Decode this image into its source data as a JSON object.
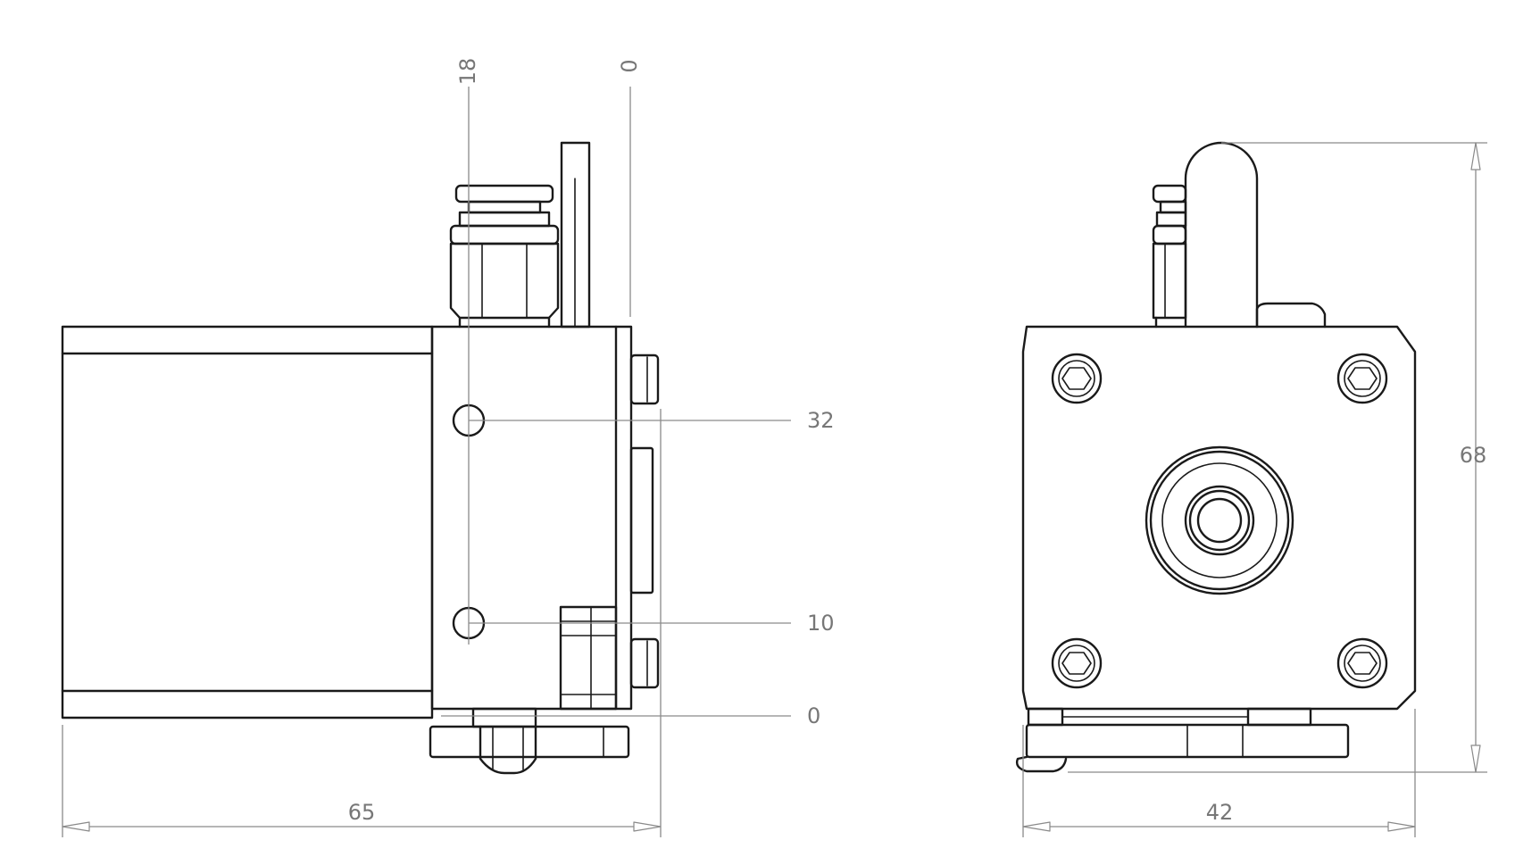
{
  "side_view": {
    "dims": {
      "overall_width": "65",
      "top_ordinate_a": "18",
      "top_ordinate_b": "0",
      "right_ordinate_upper": "32",
      "right_ordinate_lower": "10",
      "right_ordinate_base": "0"
    }
  },
  "front_view": {
    "dims": {
      "width": "42",
      "height": "68"
    }
  },
  "colors": {
    "object_line": "#1a1a1a",
    "dimension_line": "#8a8a8a",
    "dimension_text": "#777777",
    "background": "#ffffff"
  }
}
